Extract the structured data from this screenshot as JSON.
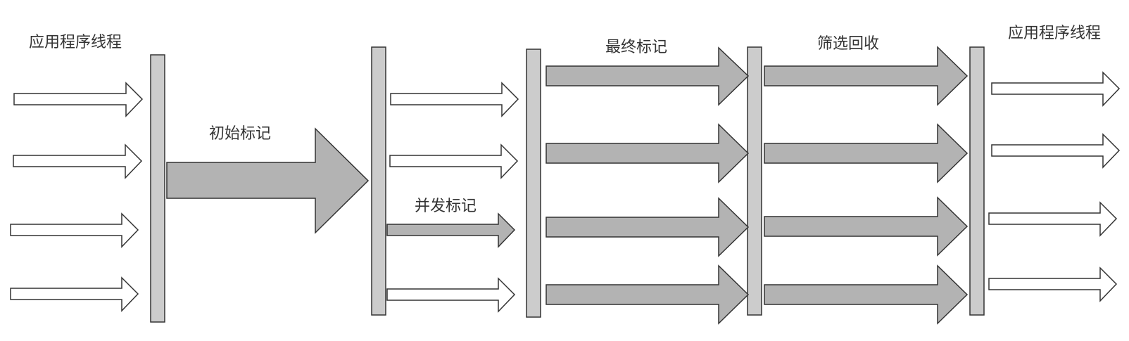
{
  "labels": {
    "app_threads_left": "应用程序线程",
    "initial_mark": "初始标记",
    "concurrent_mark": "并发标记",
    "final_mark": "最终标记",
    "screen_reclaim": "筛选回收",
    "app_threads_right": "应用程序线程"
  },
  "colors": {
    "bar_fill": "#cccccc",
    "stroke": "#333333",
    "gray_arrow": "#b3b3b3",
    "white_arrow": "#ffffff",
    "text": "#333333"
  }
}
